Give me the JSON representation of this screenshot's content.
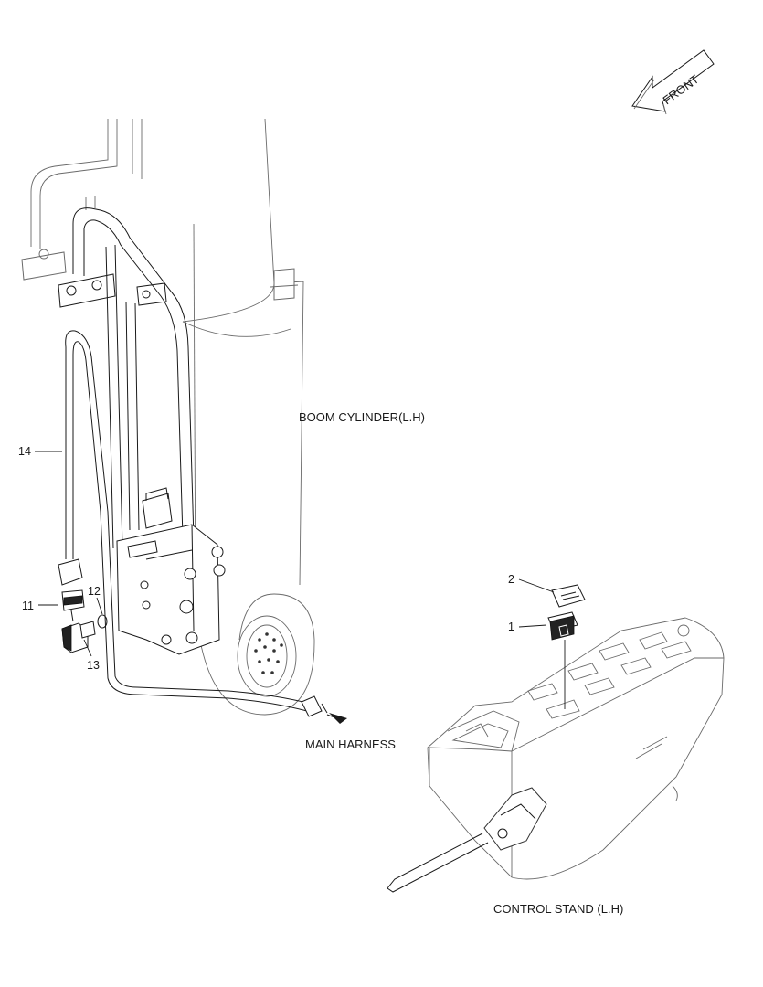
{
  "direction": {
    "label": "FRONT"
  },
  "labels": {
    "boom_cylinder": "BOOM CYLINDER(L.H)",
    "main_harness": "MAIN HARNESS",
    "control_stand": "CONTROL STAND (L.H)"
  },
  "callouts": [
    {
      "id": "1",
      "text": "1"
    },
    {
      "id": "2",
      "text": "2"
    },
    {
      "id": "11",
      "text": "11"
    },
    {
      "id": "12",
      "text": "12"
    },
    {
      "id": "13",
      "text": "13"
    },
    {
      "id": "14",
      "text": "14"
    }
  ]
}
